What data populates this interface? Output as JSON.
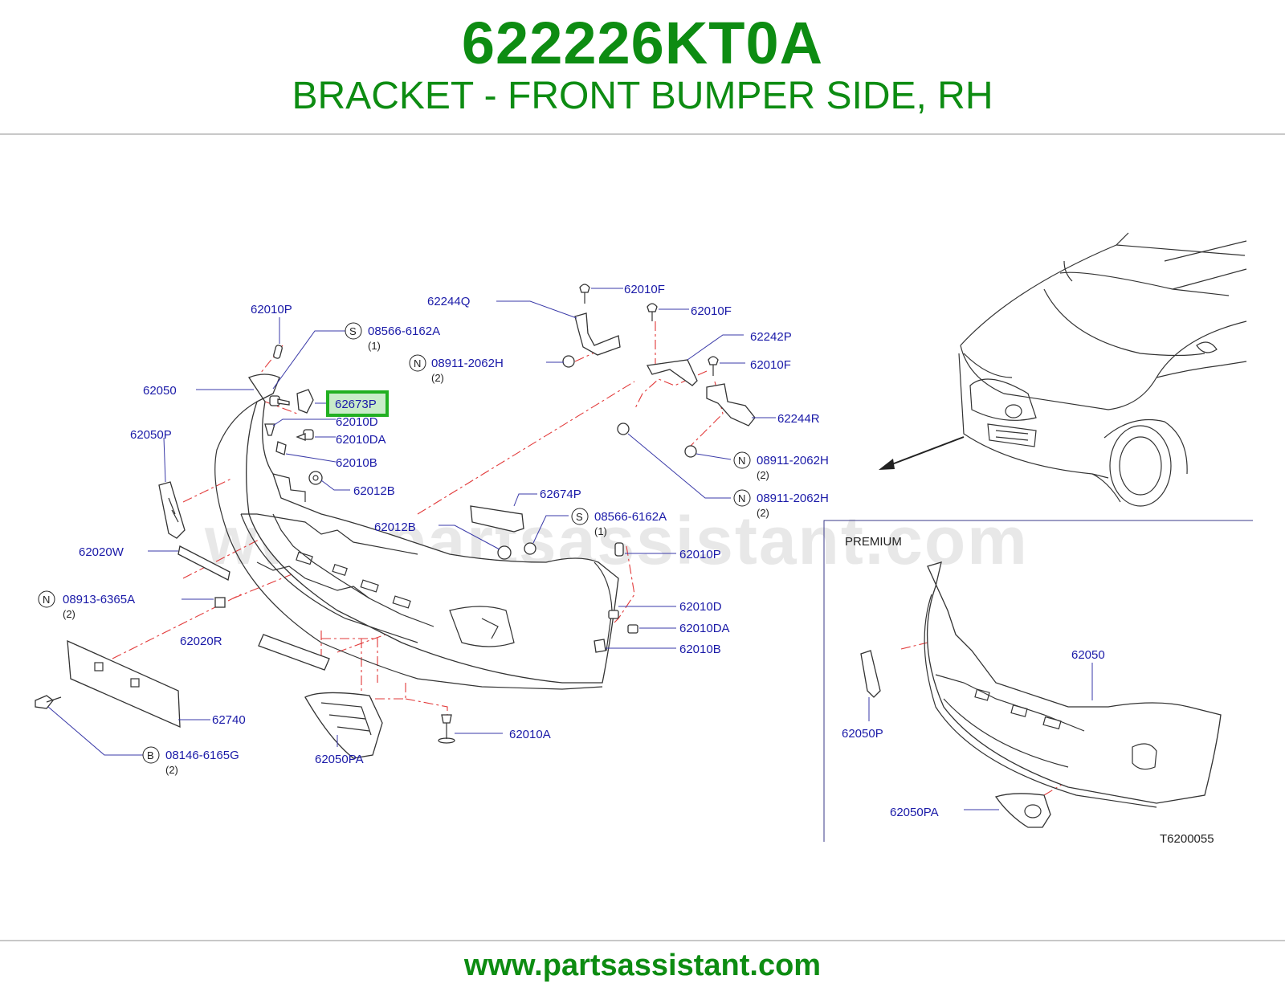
{
  "header": {
    "part_number": "622226KT0A",
    "description": "BRACKET - FRONT BUMPER SIDE, RH"
  },
  "footer": {
    "url": "www.partsassistant.com"
  },
  "watermark": "www.partsassistant.com",
  "diagram": {
    "callouts": {
      "c62010P_top": "62010P",
      "c08566_top": "08566-6162A",
      "c08566_top_qty": "(1)",
      "c62244Q": "62244Q",
      "c62010F_1": "62010F",
      "c62010F_2": "62010F",
      "c08911_top": "08911-2062H",
      "c08911_top_qty": "(2)",
      "c62242P": "62242P",
      "c62010F_3": "62010F",
      "c62050": "62050",
      "c62673P": "62673P",
      "c62010D_top": "62010D",
      "c62010DA_top": "62010DA",
      "c62244R": "62244R",
      "c62050P": "62050P",
      "c62010B_top": "62010B",
      "c08911_mid": "08911-2062H",
      "c08911_mid_qty": "(2)",
      "c62012B_top": "62012B",
      "c08911_low": "08911-2062H",
      "c08911_low_qty": "(2)",
      "c62674P": "62674P",
      "c08566_mid": "08566-6162A",
      "c08566_mid_qty": "(1)",
      "c62012B_mid": "62012B",
      "c62020W": "62020W",
      "c62010P_mid": "62010P",
      "c08913": "08913-6365A",
      "c08913_qty": "(2)",
      "c62010D_low": "62010D",
      "c62010DA_low": "62010DA",
      "c62020R": "62020R",
      "c62010B_low": "62010B",
      "c62740": "62740",
      "c62010A": "62010A",
      "c08146": "08146-6165G",
      "c08146_qty": "(2)",
      "c62050PA": "62050PA"
    },
    "circle_letters": {
      "S": "S",
      "N": "N",
      "B": "B"
    },
    "inset": {
      "title": "PREMIUM",
      "c62050": "62050",
      "c62050P": "62050P",
      "c62050PA": "62050PA"
    },
    "figure_code": "T6200055",
    "highlight_color": "#22b022",
    "label_color": "#1a1aa8",
    "brand_color": "#0d8c12"
  }
}
